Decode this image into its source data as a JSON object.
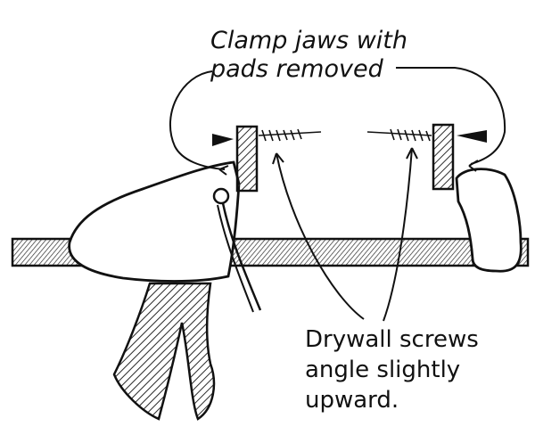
{
  "labels": {
    "top": [
      "Clamp jaws with",
      "pads removed"
    ],
    "bottom": [
      "Drywall screws",
      "angle slightly",
      "upward."
    ]
  },
  "colors": {
    "ink": "#111111",
    "paper": "#ffffff",
    "hatch": "#2a2a2a"
  }
}
